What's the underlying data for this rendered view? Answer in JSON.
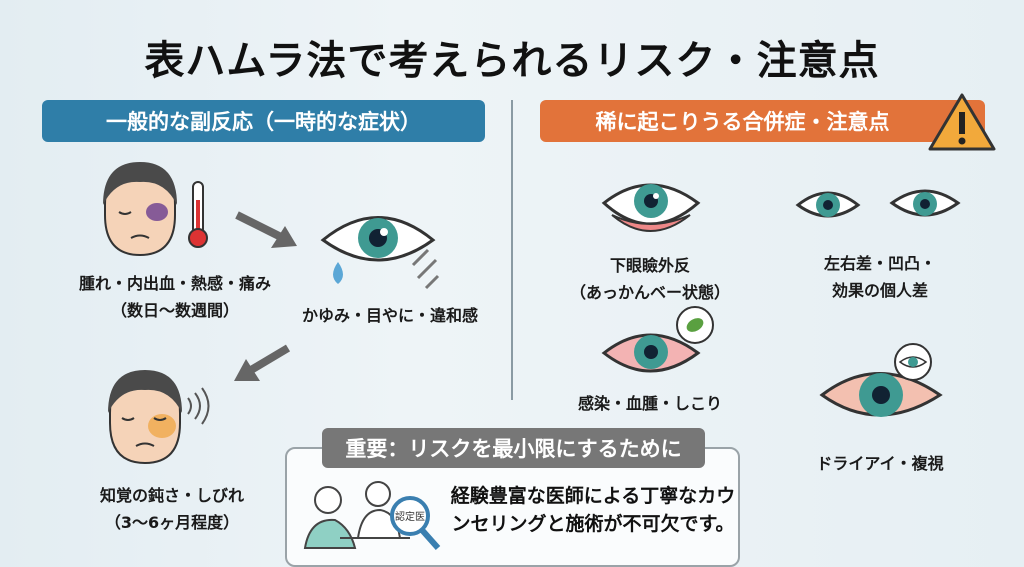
{
  "title": "表ハムラ法で考えられるリスク・注意点",
  "left_section": {
    "heading": "一般的な副反応（一時的な症状）",
    "items": [
      {
        "line1": "腫れ・内出血・熱感・痛み",
        "line2": "（数日〜数週間）"
      },
      {
        "line1": "かゆみ・目やに・違和感"
      },
      {
        "line1": "知覚の鈍さ・しびれ",
        "line2": "（3〜6ヶ月程度）"
      }
    ]
  },
  "right_section": {
    "heading": "稀に起こりうる合併症・注意点",
    "items": [
      {
        "line1": "下眼瞼外反",
        "line2": "（あっかんベー状態）"
      },
      {
        "line1": "左右差・凹凸・",
        "line2": "効果の個人差"
      },
      {
        "line1": "感染・血腫・しこり"
      },
      {
        "line1": "ドライアイ・複視"
      }
    ]
  },
  "important": {
    "heading": "重要：リスクを最小限にするために",
    "line1": "経験豊富な医師による丁寧なカウ",
    "line2": "ンセリングと施術が不可欠です。",
    "badge": "認定医"
  },
  "colors": {
    "blue": "#2f7ea8",
    "orange": "#e2733a",
    "gray": "#777777",
    "iris": "#3f9a92"
  }
}
